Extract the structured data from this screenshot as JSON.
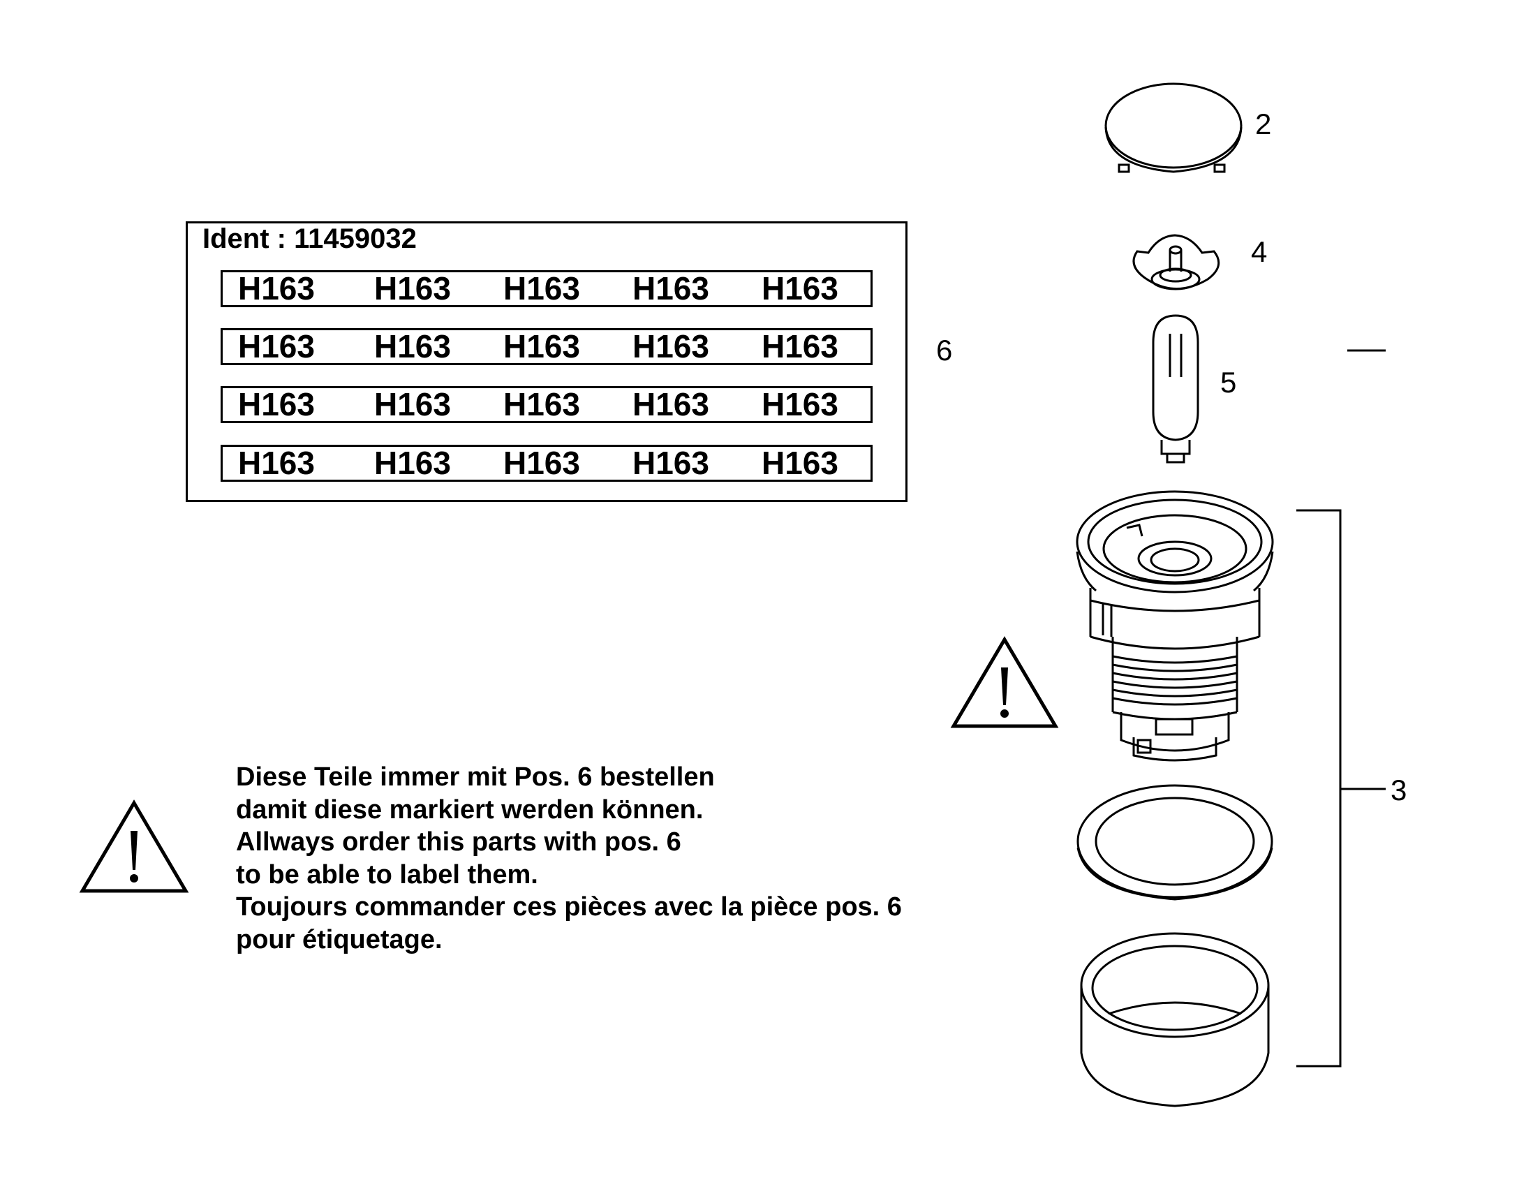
{
  "label_sheet": {
    "ident": "Ident : 11459032",
    "rows": [
      [
        "H163",
        "H163",
        "H163",
        "H163",
        "H163"
      ],
      [
        "H163",
        "H163",
        "H163",
        "H163",
        "H163"
      ],
      [
        "H163",
        "H163",
        "H163",
        "H163",
        "H163"
      ],
      [
        "H163",
        "H163",
        "H163",
        "H163",
        "H163"
      ]
    ]
  },
  "callouts": {
    "pos2": "2",
    "pos3": "3",
    "pos4": "4",
    "pos5": "5",
    "pos6": "6"
  },
  "warning_note": {
    "lines": [
      "Diese Teile immer mit Pos. 6   bestellen",
      "damit diese markiert werden können.",
      "Allways order this parts with pos. 6",
      "to be able to label them.",
      "Toujours commander ces pièces avec la pièce pos. 6",
      "pour étiquetage."
    ]
  },
  "icons": {
    "warning": "warning-triangle-icon"
  }
}
